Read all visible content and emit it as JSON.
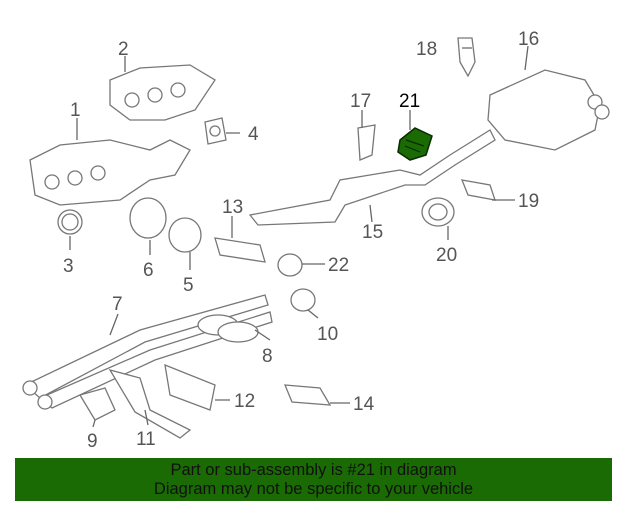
{
  "diagram": {
    "callouts": [
      {
        "id": "1",
        "label": "1"
      },
      {
        "id": "2",
        "label": "2"
      },
      {
        "id": "3",
        "label": "3"
      },
      {
        "id": "4",
        "label": "4"
      },
      {
        "id": "5",
        "label": "5"
      },
      {
        "id": "6",
        "label": "6"
      },
      {
        "id": "7",
        "label": "7"
      },
      {
        "id": "8",
        "label": "8"
      },
      {
        "id": "9",
        "label": "9"
      },
      {
        "id": "10",
        "label": "10"
      },
      {
        "id": "11",
        "label": "11"
      },
      {
        "id": "12",
        "label": "12"
      },
      {
        "id": "13",
        "label": "13"
      },
      {
        "id": "14",
        "label": "14"
      },
      {
        "id": "15",
        "label": "15"
      },
      {
        "id": "16",
        "label": "16"
      },
      {
        "id": "17",
        "label": "17"
      },
      {
        "id": "18",
        "label": "18"
      },
      {
        "id": "19",
        "label": "19"
      },
      {
        "id": "20",
        "label": "20"
      },
      {
        "id": "21",
        "label": "21"
      },
      {
        "id": "22",
        "label": "22"
      }
    ],
    "highlighted_part": "21",
    "highlight_color": "#1a6b04"
  },
  "banner": {
    "line1": "Part or sub-assembly is #21 in diagram",
    "line2": "Diagram may not be specific to your vehicle",
    "color": "#1a6b04"
  }
}
